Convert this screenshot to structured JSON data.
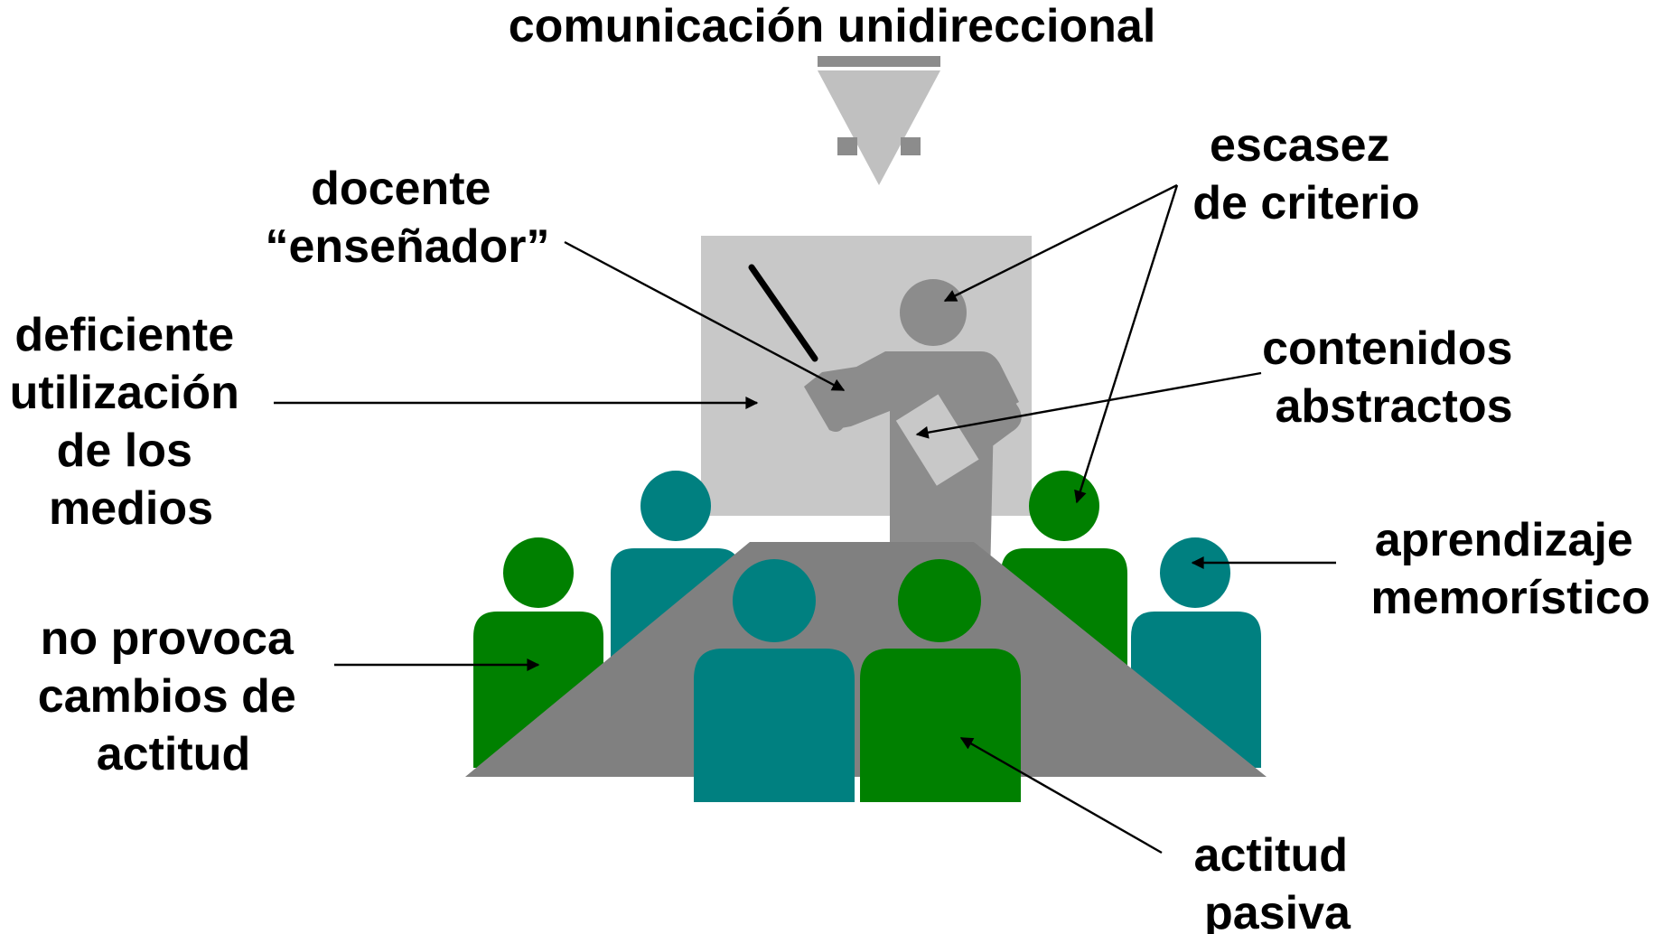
{
  "title": "comunicación unidireccional",
  "labels": {
    "docente": [
      "docente",
      "“enseñador”"
    ],
    "escasez": [
      "escasez",
      "de criterio"
    ],
    "deficiente": [
      "deficiente",
      "utilización",
      "de los",
      "medios"
    ],
    "contenidos": [
      "contenidos",
      "abstractos"
    ],
    "aprendizaje": [
      "aprendizaje",
      "memorístico"
    ],
    "no_provoca": [
      "no provoca",
      "cambios de",
      "actitud"
    ],
    "actitud_pasiva": [
      "actitud",
      "pasiva"
    ]
  },
  "colors": {
    "board": "#c8c8c8",
    "teacher": "#8c8c8c",
    "arrow_light": "#c0c0c0",
    "arrow_dark": "#8c8c8c",
    "table": "#808080",
    "green": "#008000",
    "teal": "#008080",
    "line": "#000000"
  }
}
